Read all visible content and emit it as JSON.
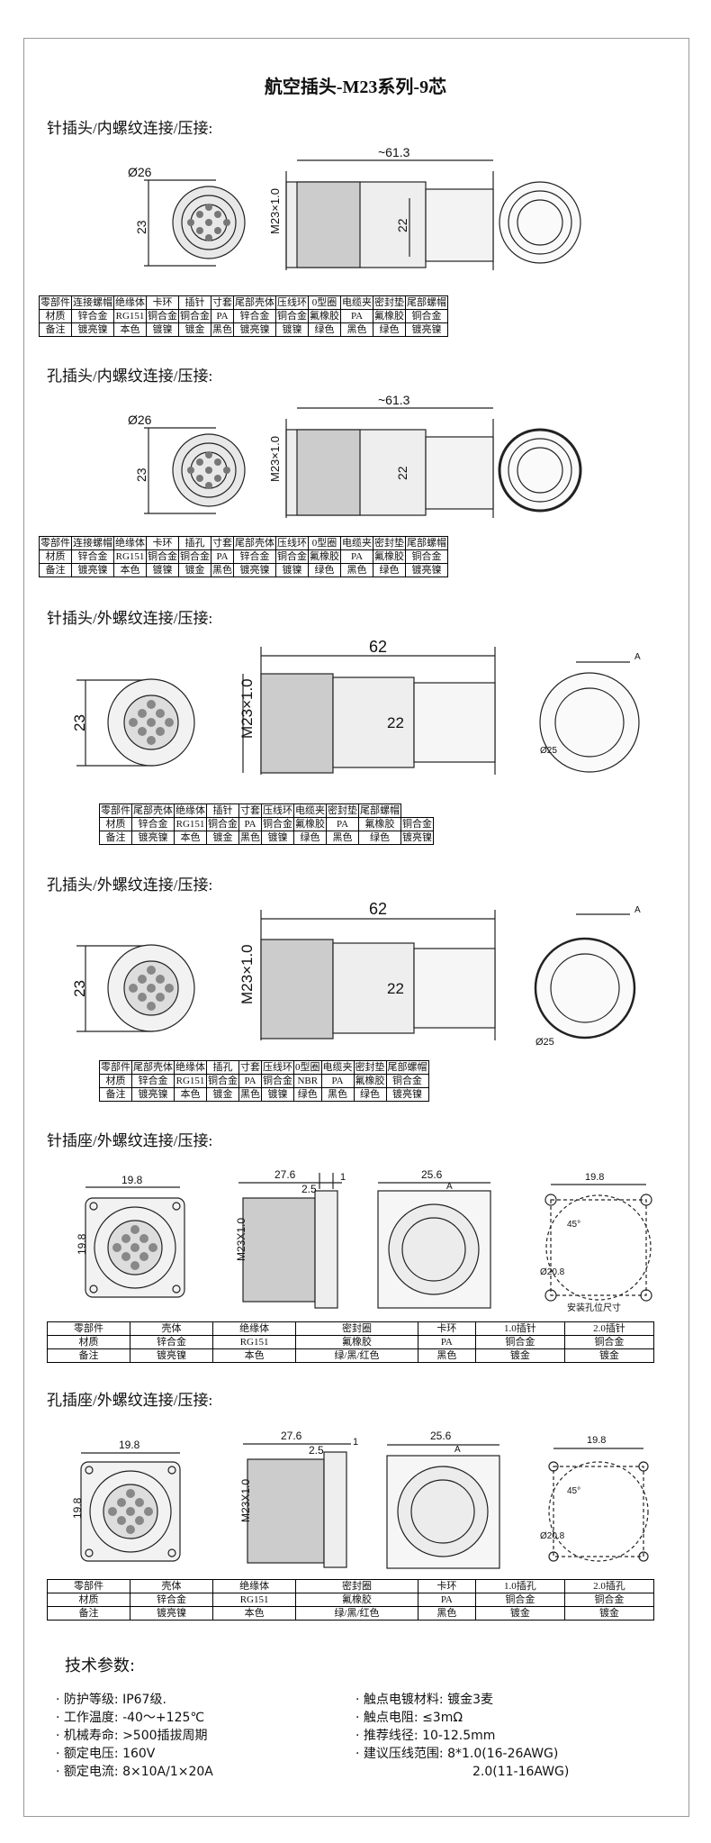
{
  "title": "航空插头-M23系列-9芯",
  "sections": [
    {
      "heading": "针插头/内螺纹连接/压接:",
      "dims": {
        "dia": "Ø26",
        "h": "23",
        "len": "~61.3",
        "thread": "M23×1.0",
        "inner": "22"
      },
      "table": [
        [
          "零部件",
          "连接螺帽",
          "绝缘体",
          "卡环",
          "插针",
          "寸套",
          "尾部壳体",
          "压线环",
          "0型圈",
          "电缆夹",
          "密封垫",
          "尾部螺帽"
        ],
        [
          "材质",
          "锌合金",
          "RG151",
          "铜合金",
          "铜合金",
          "PA",
          "锌合金",
          "铜合金",
          "氟橡胶",
          "PA",
          "氟橡胶",
          "铜合金"
        ],
        [
          "备注",
          "镀亮镍",
          "本色",
          "镀镍",
          "镀金",
          "黑色",
          "镀亮镍",
          "镀镍",
          "绿色",
          "黑色",
          "绿色",
          "镀亮镍"
        ]
      ]
    },
    {
      "heading": "孔插头/内螺纹连接/压接:",
      "dims": {
        "dia": "Ø26",
        "h": "23",
        "len": "~61.3",
        "thread": "M23×1.0",
        "inner": "22"
      },
      "table": [
        [
          "零部件",
          "连接螺帽",
          "绝缘体",
          "卡环",
          "插孔",
          "寸套",
          "尾部壳体",
          "压线环",
          "0型圈",
          "电缆夹",
          "密封垫",
          "尾部螺帽"
        ],
        [
          "材质",
          "锌合金",
          "RG151",
          "铜合金",
          "铜合金",
          "PA",
          "锌合金",
          "铜合金",
          "氟橡胶",
          "PA",
          "氟橡胶",
          "铜合金"
        ],
        [
          "备注",
          "镀亮镍",
          "本色",
          "镀镍",
          "镀金",
          "黑色",
          "镀亮镍",
          "镀镍",
          "绿色",
          "黑色",
          "绿色",
          "镀亮镍"
        ]
      ]
    },
    {
      "heading": "针插头/外螺纹连接/压接:",
      "dims": {
        "h": "23",
        "len": "62",
        "thread": "M23×1.0",
        "inner": "22",
        "hole": "Ø25",
        "mark": "A"
      },
      "table": [
        [
          "零部件",
          "尾部壳体",
          "绝缘体",
          "插针",
          "寸套",
          "压线环",
          "电缆夹",
          "密封垫",
          "尾部螺帽"
        ],
        [
          "材质",
          "锌合金",
          "RG151",
          "铜合金",
          "PA",
          "铜合金",
          "氟橡胶",
          "PA",
          "氟橡胶",
          "铜合金"
        ],
        [
          "备注",
          "镀亮镍",
          "本色",
          "镀金",
          "黑色",
          "镀镍",
          "绿色",
          "黑色",
          "绿色",
          "镀亮镍"
        ]
      ]
    },
    {
      "heading": "孔插头/外螺纹连接/压接:",
      "dims": {
        "h": "23",
        "len": "62",
        "thread": "M23×1.0",
        "inner": "22",
        "hole": "Ø25",
        "mark": "A"
      },
      "table": [
        [
          "零部件",
          "尾部壳体",
          "绝缘体",
          "插孔",
          "寸套",
          "压线环",
          "0型圈",
          "电缆夹",
          "密封垫",
          "尾部螺帽"
        ],
        [
          "材质",
          "锌合金",
          "RG151",
          "铜合金",
          "PA",
          "铜合金",
          "NBR",
          "PA",
          "氟橡胶",
          "铜合金"
        ],
        [
          "备注",
          "镀亮镍",
          "本色",
          "镀金",
          "黑色",
          "镀镍",
          "绿色",
          "黑色",
          "绿色",
          "镀亮镍"
        ]
      ]
    },
    {
      "heading": "针插座/外螺纹连接/压接:",
      "dims": {
        "w": "19.8",
        "h": "19.8",
        "len": "27.6",
        "step": "2.5",
        "one": "1",
        "thread": "M23X1.0",
        "flange": "25.6",
        "mark": "A",
        "pcd": "19.8",
        "angle": "45°",
        "hole": "Ø20.8",
        "caption": "安装孔位尺寸"
      },
      "table": [
        [
          "零部件",
          "壳体",
          "绝缘体",
          "密封圈",
          "卡环",
          "1.0插针",
          "2.0插针"
        ],
        [
          "材质",
          "锌合金",
          "RG151",
          "氟橡胶",
          "PA",
          "铜合金",
          "铜合金"
        ],
        [
          "备注",
          "镀亮镍",
          "本色",
          "绿/黑/红色",
          "黑色",
          "镀金",
          "镀金"
        ]
      ]
    },
    {
      "heading": "孔插座/外螺纹连接/压接:",
      "dims": {
        "w": "19.8",
        "h": "19.8",
        "len": "27.6",
        "step": "2.5",
        "one": "1",
        "thread": "M23X1.0",
        "flange": "25.6",
        "mark": "A",
        "pcd": "19.8",
        "angle": "45°",
        "hole": "Ø20.8"
      },
      "table": [
        [
          "零部件",
          "壳体",
          "绝缘体",
          "密封圈",
          "卡环",
          "1.0插孔",
          "2.0插孔"
        ],
        [
          "材质",
          "锌合金",
          "RG151",
          "氟橡胶",
          "PA",
          "铜合金",
          "铜合金"
        ],
        [
          "备注",
          "镀亮镍",
          "本色",
          "绿/黑/红色",
          "黑色",
          "镀金",
          "镀金"
        ]
      ]
    }
  ],
  "tech": {
    "heading": "技术参数:",
    "left": [
      "· 防护等级: IP67级.",
      "· 工作温度: -40～+125℃",
      "· 机械寿命: >500插拔周期",
      "· 额定电压: 160V",
      "· 额定电流: 8×10A/1×20A"
    ],
    "right": [
      "· 触点电镀材料: 镀金3麦",
      "· 触点电阻: ≤3mΩ",
      "· 推荐线径: 10-12.5mm",
      "· 建议压线范围: 8*1.0(16-26AWG)",
      "2.0(11-16AWG)"
    ]
  },
  "colors": {
    "line": "#222222",
    "fill_dark": "#555555",
    "fill_light": "#dddddd"
  }
}
